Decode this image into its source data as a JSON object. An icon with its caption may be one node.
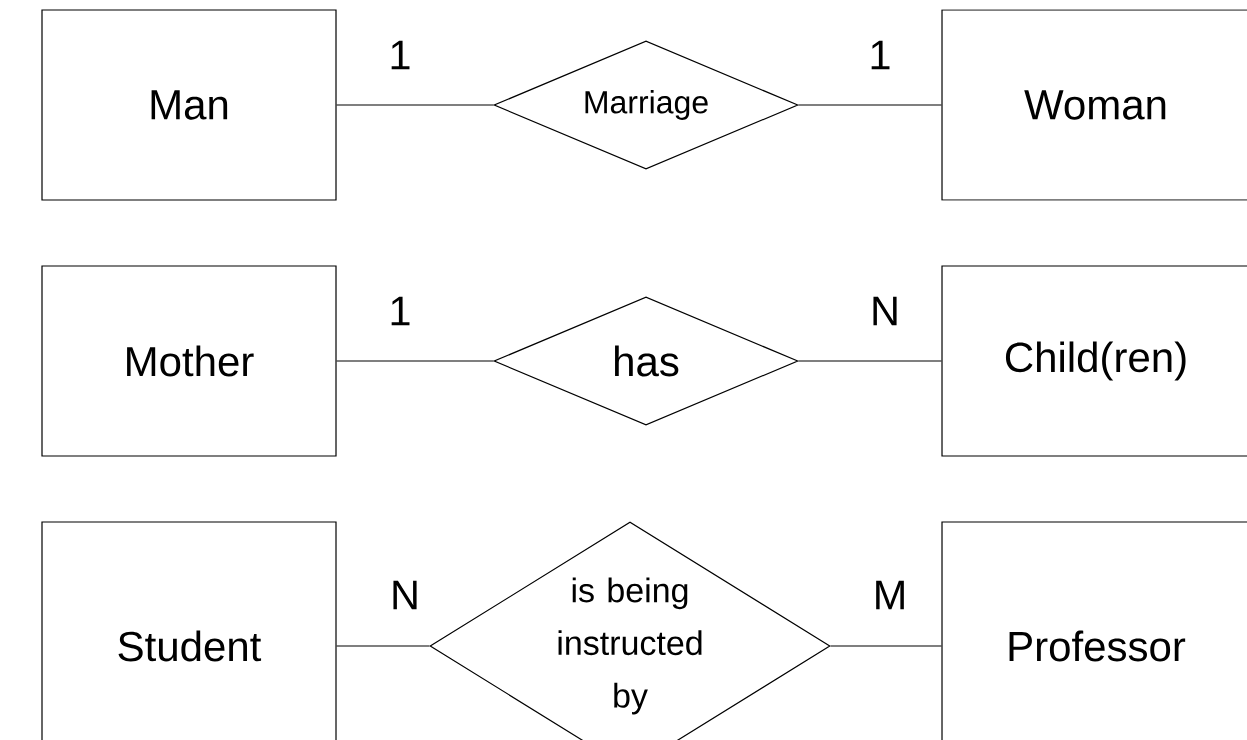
{
  "diagram": {
    "nodes": [
      {
        "text": [
          "Man"
        ]
      },
      {
        "text": [
          "Marriage"
        ]
      },
      {
        "text": [
          "Woman"
        ]
      },
      {
        "text": [
          "Mother"
        ]
      },
      {
        "text": [
          "has"
        ]
      },
      {
        "text": [
          "Child(ren)"
        ]
      },
      {
        "text": [
          "Student"
        ]
      },
      {
        "text": [
          "is being instructed by"
        ]
      },
      {
        "text": [
          "Professor"
        ]
      }
    ],
    "edges": [
      {
        "from": 0,
        "to": 1,
        "arrow": "none",
        "label": "1"
      },
      {
        "from": 1,
        "to": 2,
        "arrow": "none",
        "label": "1"
      },
      {
        "from": 3,
        "to": 4,
        "arrow": "none",
        "label": "1"
      },
      {
        "from": 4,
        "to": 5,
        "arrow": "none",
        "label": "N"
      },
      {
        "from": 6,
        "to": 7,
        "arrow": "none",
        "label": "N"
      },
      {
        "from": 7,
        "to": 8,
        "arrow": "none",
        "label": "M"
      }
    ]
  }
}
